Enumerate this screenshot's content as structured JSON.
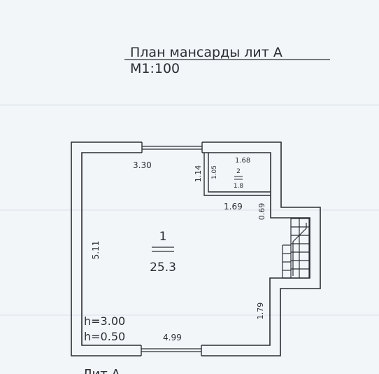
{
  "title": "План мансарды лит А",
  "scale": "М1:100",
  "footer_label": "Лит А",
  "rooms": {
    "main": {
      "number": "1",
      "area": "25.3"
    },
    "small": {
      "number": "2",
      "area": "1.8"
    }
  },
  "dimensions": {
    "top_left_width": "3.30",
    "left_height": "5.11",
    "bottom_width": "4.99",
    "small_room_width": "1.68",
    "small_room_height_outer": "1.14",
    "small_room_height_inner": "1.05",
    "small_room_bottom_width": "1.69",
    "step_depth": "0.69",
    "right_lower_height": "1.79"
  },
  "heights": {
    "ceiling": "h=3.00",
    "knee_wall": "h=0.50"
  },
  "colors": {
    "background": "#f3f6f9",
    "ink": "#2a2d33"
  }
}
